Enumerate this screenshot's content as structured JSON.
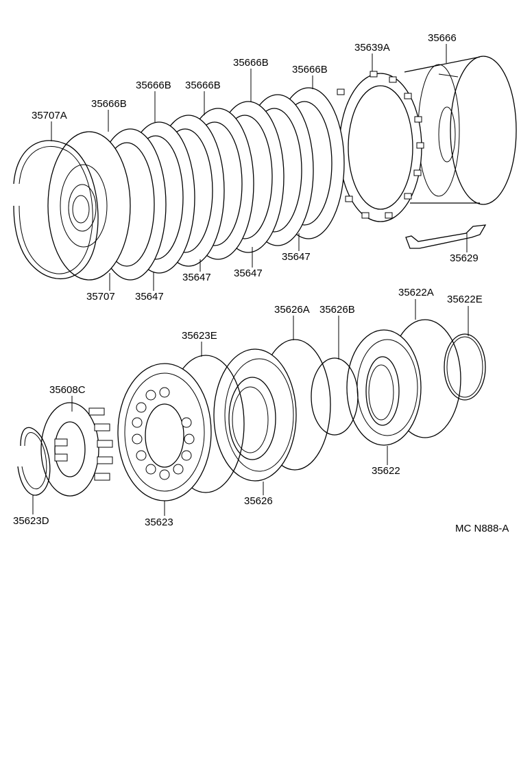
{
  "diagram": {
    "catalog_code": "MC N888-A",
    "parts": [
      {
        "id": "p35666",
        "number": "35666"
      },
      {
        "id": "p35639A",
        "number": "35639A"
      },
      {
        "id": "p35666B_1",
        "number": "35666B"
      },
      {
        "id": "p35666B_2",
        "number": "35666B"
      },
      {
        "id": "p35666B_3",
        "number": "35666B"
      },
      {
        "id": "p35666B_4",
        "number": "35666B"
      },
      {
        "id": "p35666B_5",
        "number": "35666B"
      },
      {
        "id": "p35707A",
        "number": "35707A"
      },
      {
        "id": "p35629",
        "number": "35629"
      },
      {
        "id": "p35647_1",
        "number": "35647"
      },
      {
        "id": "p35647_2",
        "number": "35647"
      },
      {
        "id": "p35647_3",
        "number": "35647"
      },
      {
        "id": "p35647_4",
        "number": "35647"
      },
      {
        "id": "p35707",
        "number": "35707"
      },
      {
        "id": "p35622A",
        "number": "35622A"
      },
      {
        "id": "p35622E",
        "number": "35622E"
      },
      {
        "id": "p35626A",
        "number": "35626A"
      },
      {
        "id": "p35626B",
        "number": "35626B"
      },
      {
        "id": "p35623E",
        "number": "35623E"
      },
      {
        "id": "p35608C",
        "number": "35608C"
      },
      {
        "id": "p35622",
        "number": "35622"
      },
      {
        "id": "p35626",
        "number": "35626"
      },
      {
        "id": "p35623D",
        "number": "35623D"
      },
      {
        "id": "p35623",
        "number": "35623"
      }
    ]
  }
}
